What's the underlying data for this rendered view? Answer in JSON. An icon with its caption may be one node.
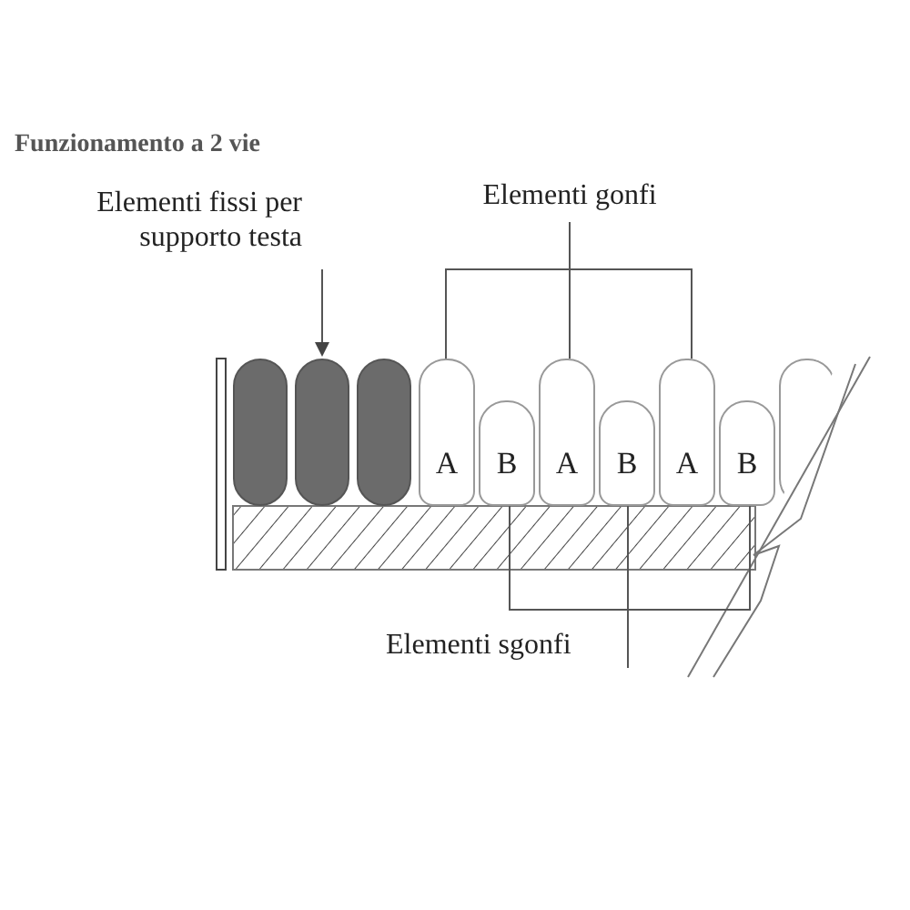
{
  "diagram": {
    "title": "Funzionamento a 2 vie",
    "nodes": [
      {
        "text": [
          "Elementi fissi per supporto testa"
        ]
      },
      {
        "text": [],
        "shape": "capsule"
      },
      {
        "text": [],
        "shape": "capsule"
      },
      {
        "text": [],
        "shape": "capsule"
      },
      {
        "text": [
          "Elementi gonfi"
        ]
      },
      {
        "text": [
          "A"
        ]
      },
      {
        "text": [
          "B"
        ]
      },
      {
        "text": [
          "A"
        ]
      },
      {
        "text": [
          "B"
        ]
      },
      {
        "text": [
          "A"
        ]
      },
      {
        "text": [
          "B"
        ]
      },
      {
        "text": [],
        "shape": "capsule"
      },
      {
        "text": [
          "Elementi sgonfi"
        ]
      }
    ],
    "edges": [
      {
        "from": 0,
        "to": 2,
        "arrow": "to"
      },
      {
        "from": 4,
        "to": 5,
        "arrow": "none"
      },
      {
        "from": 4,
        "to": 7,
        "arrow": "none"
      },
      {
        "from": 4,
        "to": 9,
        "arrow": "none"
      },
      {
        "from": 12,
        "to": 6,
        "arrow": "none"
      },
      {
        "from": 12,
        "to": 8,
        "arrow": "none"
      },
      {
        "from": 12,
        "to": 10,
        "arrow": "none"
      }
    ]
  }
}
